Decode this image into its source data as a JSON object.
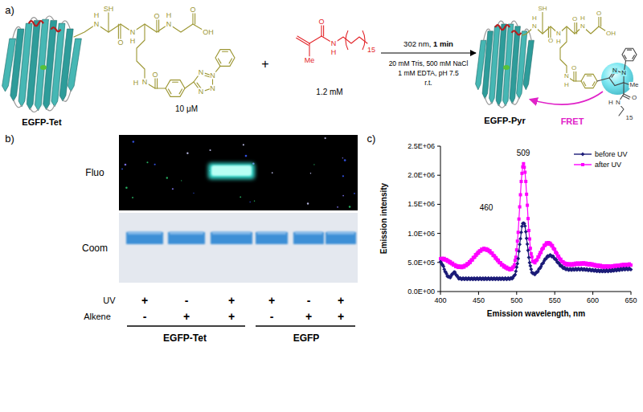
{
  "diagram": {
    "nodes": [
      {
        "text": [
          "10 μM",
          "EGFP-Tet"
        ]
      },
      {
        "text": [
          "1.2 mM"
        ]
      },
      {
        "text": [
          "EGFP-Pyr"
        ]
      }
    ],
    "edges": [
      {
        "from": 1,
        "to": 2,
        "arrow": "to",
        "label": "302 nm, 1 min"
      }
    ],
    "labels": [
      "a)",
      "b)",
      "c)",
      "H",
      "N",
      "SH",
      "O",
      "N",
      "H",
      "O",
      "N",
      "H",
      "O",
      "OH",
      "N",
      "H",
      "O",
      "N",
      "N",
      "N",
      "N",
      "+",
      "Me",
      "O",
      "N",
      "H",
      "15",
      "20 mM Tris, 500 mM NaCl",
      "1 mM EDTA, pH 7.5",
      "r.t.",
      "H",
      "N",
      "SH",
      "O",
      "N",
      "H",
      "O",
      "N",
      "H",
      "O",
      "OH",
      "N",
      "H",
      "O",
      "N",
      "N",
      "Me",
      "O",
      "N",
      "H",
      "15",
      "FRET",
      "Fluo",
      "Coom",
      "UV",
      "+",
      "-",
      "+",
      "+",
      "-",
      "+",
      "Alkene",
      "-",
      "+",
      "+",
      "-",
      "+",
      "+",
      "EGFP-Tet",
      "EGFP",
      "509",
      "460",
      "Emission intensity",
      "0.0E+00",
      "5.0E+05",
      "1.0E+06",
      "1.5E+06",
      "2.0E+06",
      "2.5E+06",
      "400",
      "450",
      "500",
      "550",
      "600",
      "650",
      "Emission wavelength, nm"
    ],
    "legend": [
      {
        "text": "before UV"
      },
      {
        "text": "after UV"
      }
    ]
  }
}
